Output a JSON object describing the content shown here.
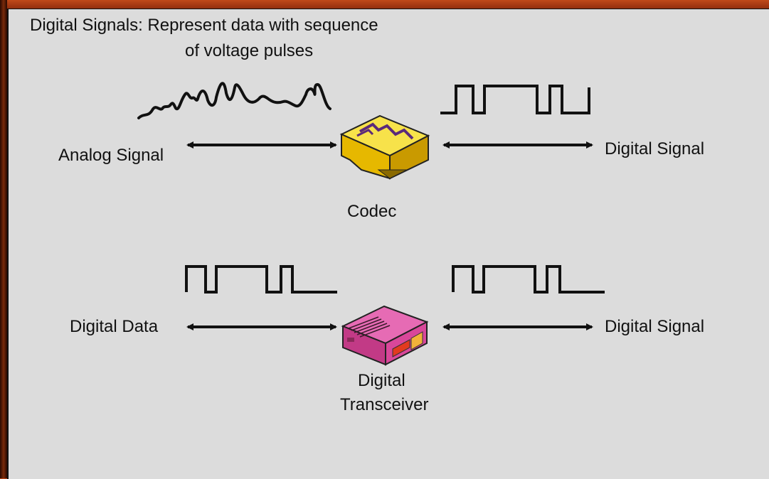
{
  "slide": {
    "title_line1": "Digital Signals: Represent data with sequence",
    "title_line2": "of voltage pulses"
  },
  "codec_row": {
    "left_label": "Analog Signal",
    "right_label": "Digital Signal",
    "device_label": "Codec"
  },
  "transceiver_row": {
    "left_label": "Digital Data",
    "right_label": "Digital Signal",
    "device_label_line1": "Digital",
    "device_label_line2": "Transceiver"
  },
  "colors": {
    "panel_bg": "#dcdcdc",
    "frame": "#7a2a0a",
    "codec_body": "#f5d20a",
    "transceiver_body": "#d9479a"
  }
}
